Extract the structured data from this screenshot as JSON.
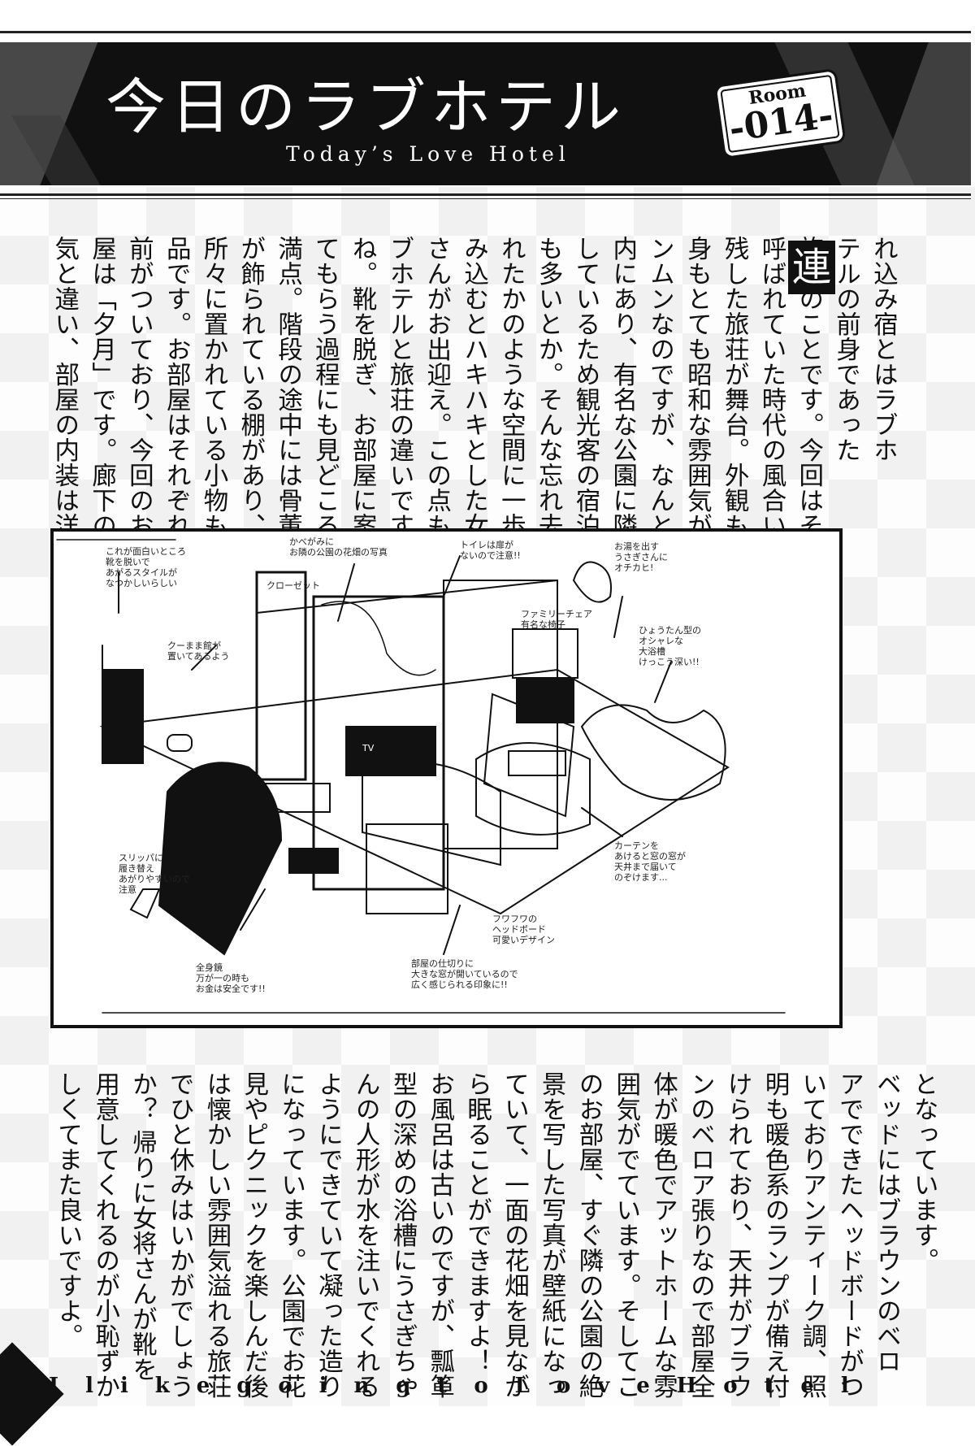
{
  "header": {
    "title_jp": "今日のラブホテル",
    "title_en": "Today’s Love Hotel",
    "badge_label": "Room",
    "badge_number": "-014-"
  },
  "article": {
    "lead_char": "連",
    "top_columns": "れ込み宿とはラブホ\nテルの前身であった\n旅館のことです。今回はそう\n呼ばれていた時代の風合いを\n残した旅荘が舞台。外観も中\n身もとても昭和な雰囲気がム\nンムンなのですが、なんと都\n内にあり、有名な公園に隣接\nしているため観光客の宿泊者\nも多いとか。そんな忘れ去ら\nれたかのような空間に一歩踏\nみ込むとハキハキとした女将\nさんがお出迎え。この点もラ\nブホテルと旅荘の違いです\nね。靴を脱ぎ、お部屋に案内し\nてもらう過程にも見どころが\n満点。階段の途中には骨董品\nが飾られている棚があり、\n所々に置かれている小物も上\n品です。お部屋はそれぞれ名\n前がついており、今回のお部\n屋は「夕月」です。廊下の雰囲\n気と違い、部屋の内装は洋風",
    "bottom_columns": "となっています。\nベッドにはブラウンのベロ\nアでできたヘッドボードがつ\nいておりアンティーク調、照\n明も暖色系のランプが備え付\nけられており、天井がブラウ\nンのベロア張りなので部屋全\n体が暖色でアットホームな雰\n囲気がでています。そしてこ\nのお部屋、すぐ隣の公園の絶\n景を写した写真が壁紙になっ\nていて、一面の花畑を見なが\nら眠ることができますよ！\nお風呂は古いのですが、瓢箪\n型の深めの浴槽にうさぎちゃ\nんの人形が水を注いでくれる\nようにできていて凝った造り\nになっています。公園でお花\n見やピクニックを楽しんだ後\nは懐かしい雰囲気溢れる旅荘\nでひと休みはいかがでしょう\nか？ 帰りに女将さんが靴を\n用意してくれるのが小恥ずか\nしくてまた良いですよ。"
  },
  "illustration": {
    "notes": {
      "entrance": "これが面白いところ\n靴を脱いで\nあがるスタイルが\nなつかしいらしい",
      "closet_frame": "クローゼット",
      "closet_note": "クーまま館が\n置いてあるよう",
      "photo_wall": "かべがみに\nお隣の公園の花畑の写真",
      "toilet": "トイレは扉が\nないので注意!!",
      "family_chair": "ファミリーチェア\n有名な椅子",
      "bunny": "お湯を出す\nうさぎさんに\nオチカヒ!",
      "bath": "ひょうたん型の\nオシャレな\n大浴槽\nけっこう深い!!",
      "tv": "TV",
      "slippers": "スリッパに\n履き替え\nあがりやすいので\n注意",
      "mirror": "全身鏡\n万が一の時も\nお金は安全です!!",
      "partition": "部屋の仕切りに\n大きな窓が開いているので\n広く感じられる印象に!!",
      "headboard": "フワフワの\nヘッドボード\n可愛いデザイン",
      "curtain": "カーテンを\nあけると窓の窓が\n天井まで届いて\nのぞけます..."
    }
  },
  "footer": {
    "letters": [
      "I",
      "l",
      "i",
      "k",
      "e",
      "g",
      "o",
      "i",
      "n",
      "g",
      "t",
      "o",
      "L",
      "o",
      "v",
      "e",
      "H",
      "o",
      "t",
      "e",
      "l"
    ]
  }
}
